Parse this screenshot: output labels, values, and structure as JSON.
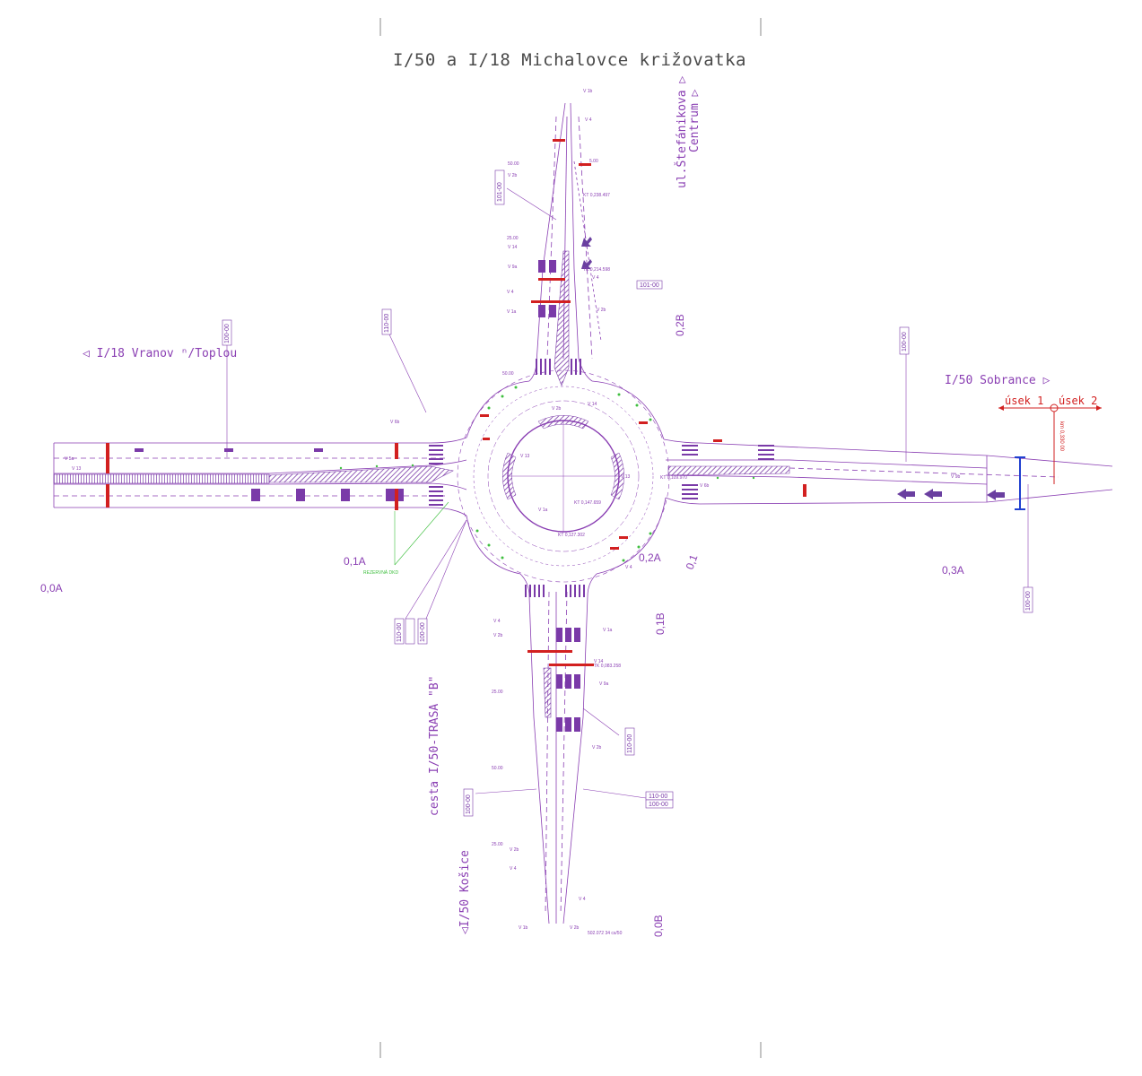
{
  "title": "I/50 a I/18 Michalovce križovatka",
  "directions": {
    "west": "◁ I/18 Vranov ⁿ/Toplou",
    "east": "I/50 Sobrance ▷",
    "north_street": "ul.Štefánikova ▷",
    "north_center": "Centrum ▷",
    "south_road": "cesta I/50-TRASA \"B\"",
    "south_city": "◁I/50 Košice"
  },
  "stations": {
    "s00A": "0,0A",
    "s01A": "0,1A",
    "s02A": "0,2A",
    "s01": "0,1",
    "s03A": "0,3A",
    "s02B": "0,2B",
    "s01B": "0,1B",
    "s00B": "0,0B"
  },
  "sections": {
    "usek1": "úsek 1",
    "usek2": "úsek 2",
    "km": "km 0,330 00"
  },
  "section_boxes": {
    "b_north_101": "101-00",
    "b_north_101_right": "101-00",
    "b_west_100": "100-00",
    "b_west_110": "110-00",
    "b_east_100": "100-00",
    "b_east_100_low": "100-00",
    "b_sw_110": "110-00",
    "b_sw_100": "100-00",
    "b_south_110": "110-00",
    "b_south_110b": "110-00",
    "b_south_100b": "100-00",
    "b_south_100_left": "100-00"
  },
  "annotations": {
    "kt_north": "KT 0,238.497",
    "tk_north": "TK 0,214.598",
    "kt_center": "KT 0,147.659",
    "kt_south": "KT 0,127.302",
    "tk_south": "TK 0,083.258",
    "kt_east": "KT 0,109.970",
    "end_south": "502.072 34 cs/50",
    "v1b": "V 1b",
    "v4": "V 4",
    "v2b": "V 2b",
    "v14": "V 14",
    "v9a": "V 9a",
    "v1a": "V 1a",
    "v13": "V 13",
    "v5a": "V 5a",
    "v6b": "V 6b",
    "v9b": "V 9b",
    "v1b_south": "V 1b",
    "d50": "50.00",
    "d25": "25.00",
    "d5": "5.00",
    "green_note": "REZERVNÁ DKD"
  },
  "colors": {
    "linework": "#8a3fb3",
    "dimension": "#d22020",
    "hatch": "#7a3aa8",
    "green": "#3fbf3f",
    "blue": "#2040d0"
  }
}
